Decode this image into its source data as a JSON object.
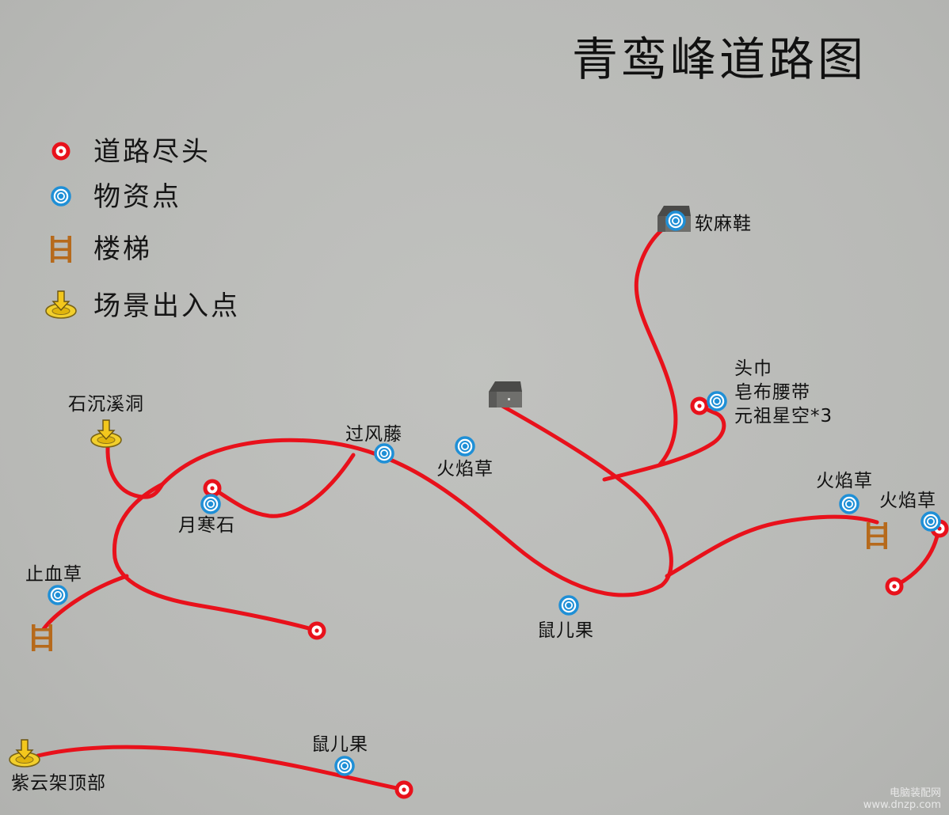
{
  "title": "青鸾峰道路图",
  "legend": {
    "road_end": "道路尽头",
    "supply_point": "物资点",
    "stairs": "楼梯",
    "scene_entry": "场景出入点"
  },
  "places": {
    "shichen_cave": "石沉溪洞",
    "guofengteng": "过风藤",
    "yuehanshi": "月寒石",
    "huoyancao_1": "火焰草",
    "zhixuecao": "止血草",
    "shuerguo_1": "鼠儿果",
    "ruanmaxie": "软麻鞋",
    "toujin": "头巾",
    "zaobu_yaodai": "皂布腰带",
    "yuanzu_xingkong": "元祖星空*3",
    "huoyancao_2": "火焰草",
    "huoyancao_3": "火焰草",
    "shuerguo_2": "鼠儿果",
    "ziyunjia_top": "紫云架顶部"
  },
  "watermark": {
    "line1": "电脑装配网",
    "line2": "www.dnzp.com"
  },
  "colors": {
    "road": "#e8111b",
    "road_end_marker": "#e8111b",
    "supply_marker": "#1f8fd6",
    "stairs": "#b66a1c",
    "entry_marker": "#e0b40c",
    "background": "#bcbdba"
  }
}
